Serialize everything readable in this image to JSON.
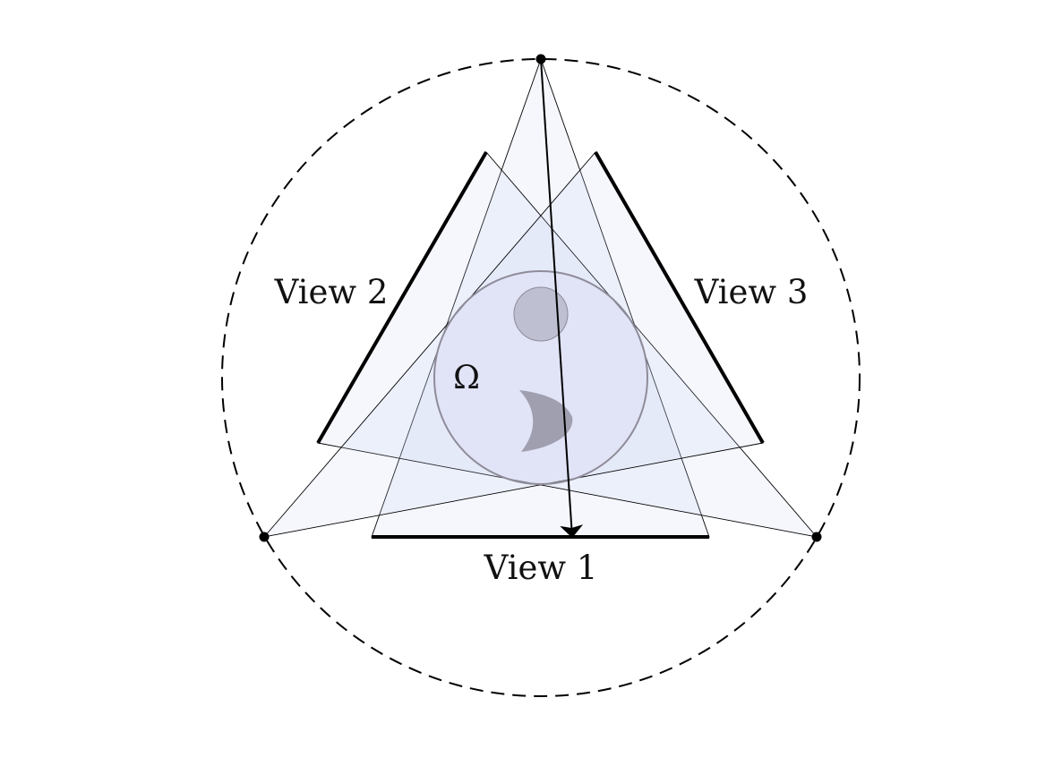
{
  "labels": {
    "view1": "View 1",
    "view2": "View 2",
    "view3": "View 3",
    "domain": "Ω"
  },
  "colors": {
    "fan_fill": "#c9d0f2",
    "domain_fill": "#dcdcf4",
    "domain_stroke": "#8f8c99",
    "inclusion_fill": "#9c9bab",
    "line": "#000000"
  }
}
